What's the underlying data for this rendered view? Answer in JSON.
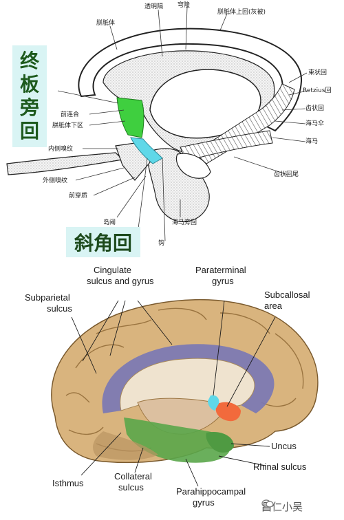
{
  "top_diagram": {
    "labels": {
      "toumingge": "透明隔",
      "qiangong": "穹隆",
      "pizhiti": "胼胝体",
      "pizhiti_shanghui": "胼胝体上回(灰被)",
      "shuzhuanghui": "束状回",
      "retzius": "Retzius回",
      "qianlianhe": "前连合",
      "pizhiti_xiaqu": "胼胝体下区",
      "chizhuanghui": "齿状回",
      "haimasan": "海马伞",
      "haima": "海马",
      "neice_xiuwen": "内侧嗅纹",
      "waice_xiuwen": "外侧嗅纹",
      "qianchuanzhi": "前穿质",
      "chizhuanghuiwei": "齿状回尾",
      "daoyu": "岛阈",
      "gou": "钩",
      "haimapanghui": "海马旁回"
    },
    "callout_left": "终板旁回",
    "callout_bottom": "斜角回"
  },
  "bottom_diagram": {
    "labels": {
      "cingulate": [
        "Cingulate",
        "sulcus and gyrus"
      ],
      "paraterminal": [
        "Paraterminal",
        "gyrus"
      ],
      "subparietal": [
        "Subparietal",
        "sulcus"
      ],
      "subcallosal": [
        "Subcallosal",
        "area"
      ],
      "uncus": "Uncus",
      "rhinal": "Rhinal sulcus",
      "isthmus": "Isthmus",
      "collateral": [
        "Collateral",
        "sulcus"
      ],
      "parahippocampal": [
        "Parahippocampal",
        "gyrus"
      ]
    }
  },
  "watermark": "昌仁小吴",
  "colors": {
    "paraterminal_green": "#3fcf3f",
    "diagonal_cyan": "#5fd8e8",
    "cingulate_purple": "#7b78b4",
    "subcallosal_orange": "#f26a3c",
    "parahippocampal_green": "#5aa64a",
    "brain_tan": "#d9b47e",
    "callout_bg": "#d9f4f4"
  }
}
